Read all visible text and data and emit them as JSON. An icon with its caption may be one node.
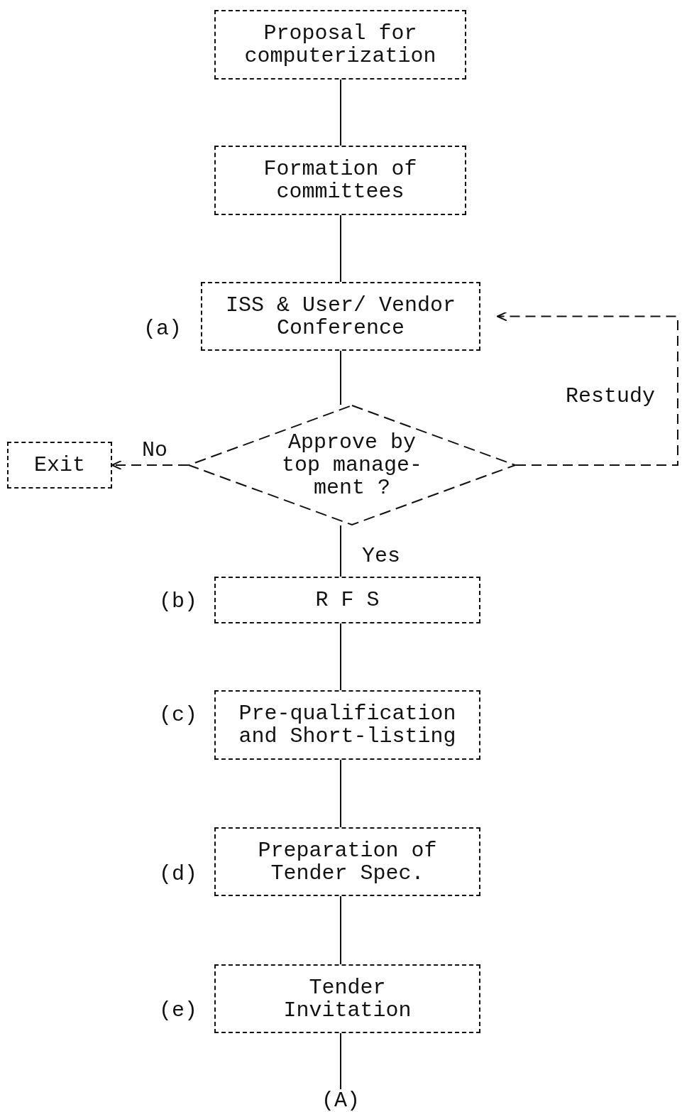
{
  "diagram": {
    "nodes": [
      {
        "text": [
          "Proposal for computerization"
        ]
      },
      {
        "text": [
          "Formation of committees"
        ]
      },
      {
        "text": [
          "ISS & User/ Vendor Conference"
        ],
        "beside": [
          "(a)"
        ]
      },
      {
        "text": [
          "Approve by top manage- ment ?"
        ]
      },
      {
        "text": [
          "Exit"
        ]
      },
      {
        "text": [
          "R F S"
        ],
        "beside": [
          "(b)"
        ]
      },
      {
        "text": [
          "Pre-qualification and Short-listing"
        ],
        "beside": [
          "(c)"
        ]
      },
      {
        "text": [
          "Preparation of Tender Spec."
        ],
        "beside": [
          "(d)"
        ]
      },
      {
        "text": [
          "Tender Invitation"
        ],
        "beside": [
          "(e)"
        ]
      },
      {
        "text": [
          "(A)"
        ]
      }
    ],
    "edges": [
      {
        "from": 0,
        "to": 1,
        "arrow": "none"
      },
      {
        "from": 1,
        "to": 2,
        "arrow": "none"
      },
      {
        "from": 2,
        "to": 3,
        "arrow": "none"
      },
      {
        "from": 3,
        "to": 4,
        "arrow": "to",
        "label": "No",
        "style": "dashed"
      },
      {
        "from": 3,
        "to": 2,
        "arrow": "to",
        "label": "Restudy",
        "style": "dashed"
      },
      {
        "from": 3,
        "to": 5,
        "arrow": "none",
        "label": "Yes"
      },
      {
        "from": 5,
        "to": 6,
        "arrow": "none"
      },
      {
        "from": 6,
        "to": 7,
        "arrow": "none"
      },
      {
        "from": 7,
        "to": 8,
        "arrow": "none"
      },
      {
        "from": 8,
        "to": 9,
        "arrow": "none"
      }
    ]
  }
}
